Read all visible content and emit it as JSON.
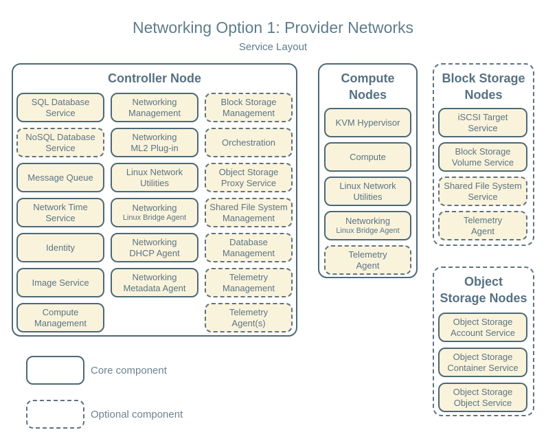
{
  "title": "Networking Option 1: Provider Networks",
  "subtitle": "Service Layout",
  "colors": {
    "box_fill": "#faf3dc",
    "solid_border": "#4c6875",
    "dashed_border": "#5e727e",
    "box_text": "#5a7482",
    "heading_text": "#567181",
    "title_text": "#5e7c8c",
    "legend_text": "#6e8290"
  },
  "legend": {
    "core_label": "Core component",
    "optional_label": "Optional component"
  },
  "groups": {
    "controller": {
      "title": "Controller Node",
      "border": "solid",
      "services": [
        {
          "label": "SQL Database\nService",
          "type": "core"
        },
        {
          "label": "Networking\nManagement",
          "type": "core"
        },
        {
          "label": "Block Storage\nManagement",
          "type": "optional"
        },
        {
          "label": "NoSQL Database\nService",
          "type": "optional"
        },
        {
          "label": "Networking\nML2 Plug-in",
          "type": "core"
        },
        {
          "label": "Orchestration",
          "type": "optional"
        },
        {
          "label": "Message Queue",
          "type": "core"
        },
        {
          "label": "Linux Network\nUtilities",
          "type": "core"
        },
        {
          "label": "Object Storage\nProxy Service",
          "type": "optional"
        },
        {
          "label": "Network Time\nService",
          "type": "core"
        },
        {
          "label": "Networking",
          "sublabel": "Linux Bridge Agent",
          "type": "core"
        },
        {
          "label": "Shared File System\nManagement",
          "type": "optional"
        },
        {
          "label": "Identity",
          "type": "core"
        },
        {
          "label": "Networking\nDHCP Agent",
          "type": "core"
        },
        {
          "label": "Database\nManagement",
          "type": "optional"
        },
        {
          "label": "Image Service",
          "type": "core"
        },
        {
          "label": "Networking\nMetadata Agent",
          "type": "core"
        },
        {
          "label": "Telemetry\nManagement",
          "type": "optional"
        },
        {
          "label": "Compute\nManagement",
          "type": "core"
        },
        {
          "label": "",
          "type": "empty"
        },
        {
          "label": "Telemetry\nAgent(s)",
          "type": "optional"
        }
      ]
    },
    "compute": {
      "title": "Compute\nNodes",
      "border": "solid",
      "services": [
        {
          "label": "KVM Hypervisor",
          "type": "core"
        },
        {
          "label": "Compute",
          "type": "core"
        },
        {
          "label": "Linux Network\nUtilities",
          "type": "core"
        },
        {
          "label": "Networking",
          "sublabel": "Linux Bridge Agent",
          "type": "core"
        },
        {
          "label": "Telemetry\nAgent",
          "type": "optional"
        }
      ]
    },
    "block_storage": {
      "title": "Block Storage\nNodes",
      "border": "dashed",
      "services": [
        {
          "label": "iSCSI Target\nService",
          "type": "core"
        },
        {
          "label": "Block Storage\nVolume Service",
          "type": "core"
        },
        {
          "label": "Shared File System\nService",
          "type": "optional"
        },
        {
          "label": "Telemetry\nAgent",
          "type": "optional"
        }
      ]
    },
    "object_storage": {
      "title": "Object\nStorage Nodes",
      "border": "dashed",
      "services": [
        {
          "label": "Object Storage\nAccount Service",
          "type": "core"
        },
        {
          "label": "Object Storage\nContainer Service",
          "type": "core"
        },
        {
          "label": "Object Storage\nObject Service",
          "type": "core"
        }
      ]
    }
  }
}
